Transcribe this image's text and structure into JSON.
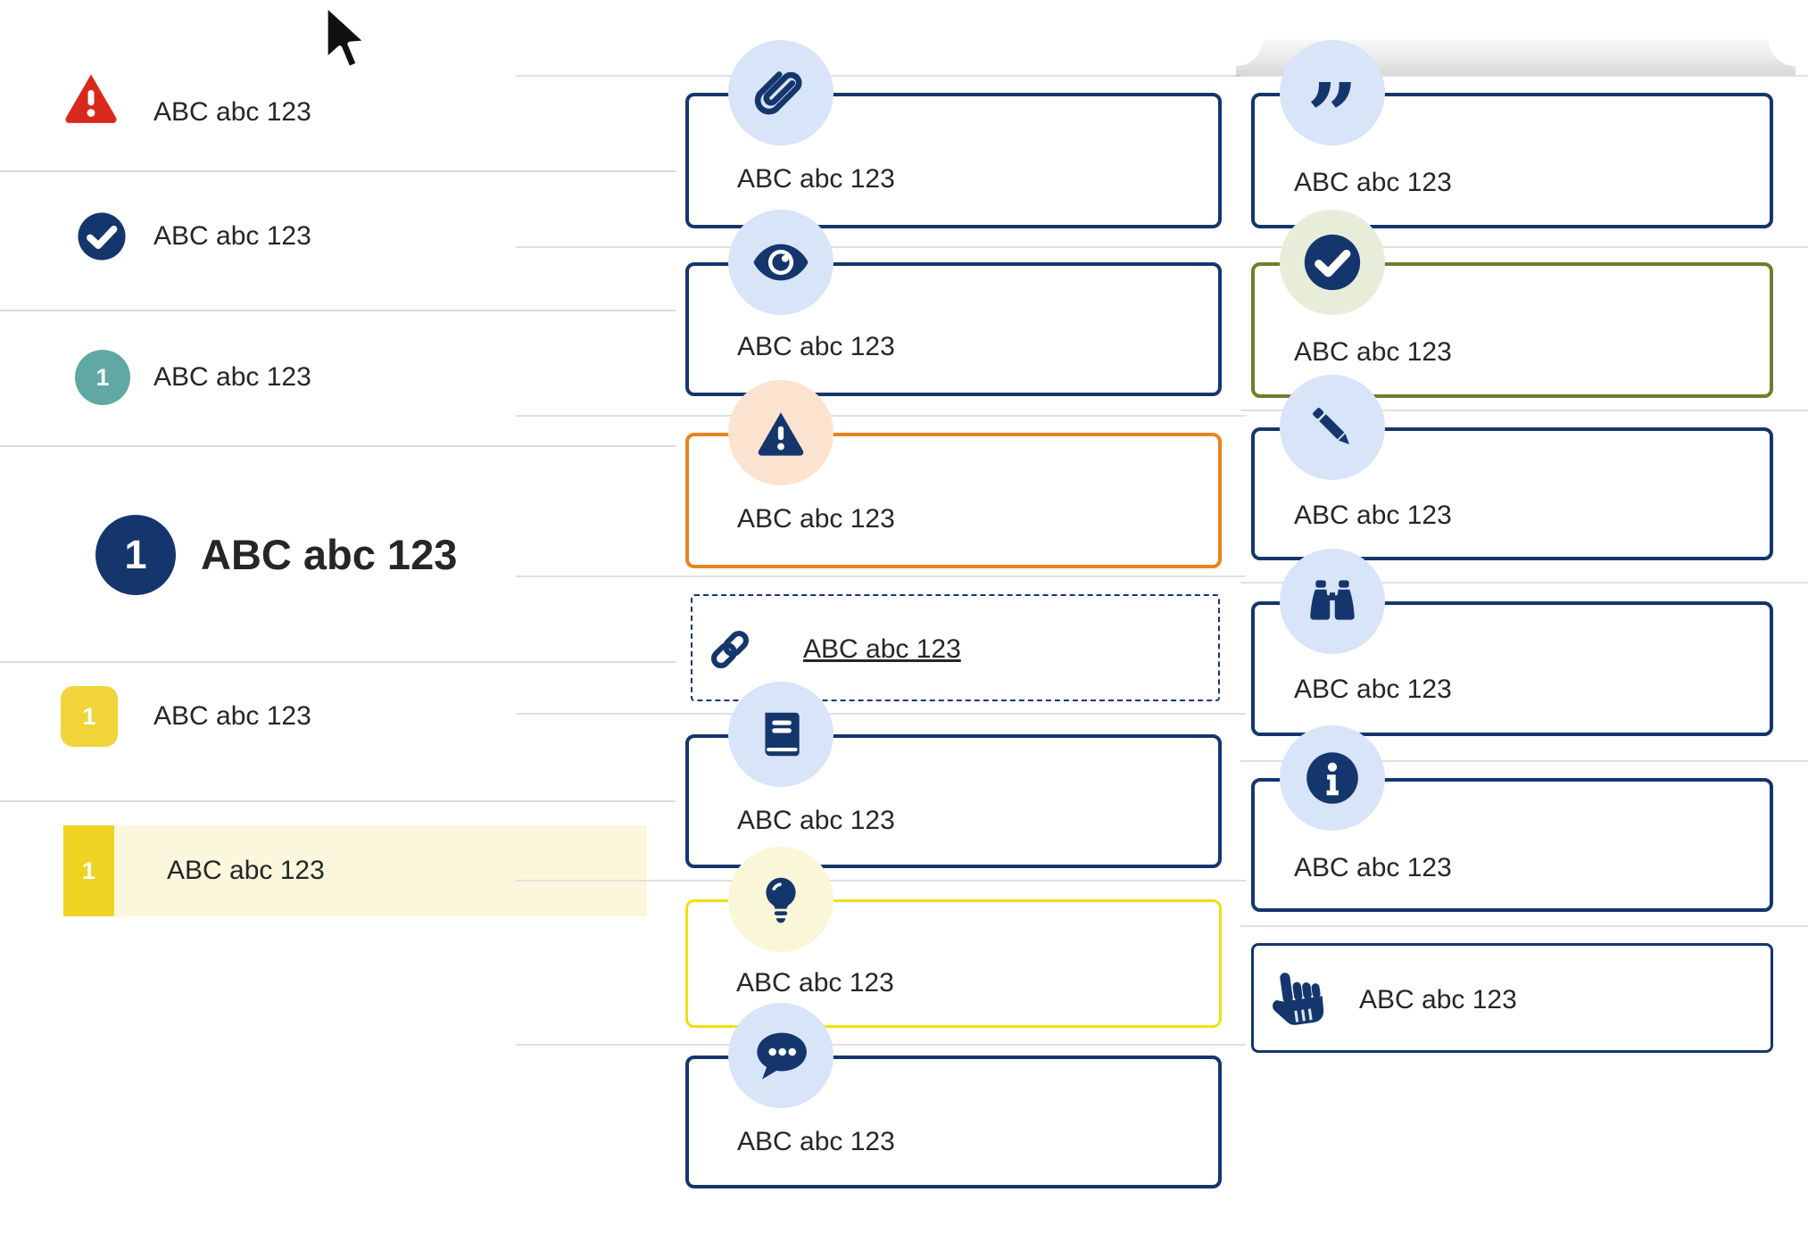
{
  "colors": {
    "navy": "#15366d",
    "red": "#d9291c",
    "teal": "#5fa8a3",
    "yellow": "#f0d43a",
    "yellow_bright": "#f0df10",
    "cream": "#fbf7dc",
    "orange": "#e8831d",
    "olive": "#6f7d2e",
    "light_blue": "#d8e4f7",
    "peach": "#fbe3d0",
    "pale_yellow": "#faf6d8",
    "pale_green": "#e8edd9",
    "text": "#262626",
    "line": "#e0e0e0"
  },
  "left_list": {
    "items": [
      {
        "icon": "warning-triangle-icon",
        "label": "ABC abc 123"
      },
      {
        "icon": "check-circle-icon",
        "label": "ABC abc 123"
      },
      {
        "icon": "numbered-badge-teal",
        "badge": "1",
        "label": "ABC abc 123"
      },
      {
        "icon": "numbered-badge-big",
        "badge": "1",
        "label": "ABC abc 123"
      },
      {
        "icon": "numbered-badge-yellow",
        "badge": "1",
        "label": "ABC abc 123"
      },
      {
        "icon": "numbered-badge-yellow-highlight",
        "badge": "1",
        "label": "ABC abc 123"
      }
    ]
  },
  "middle_column": {
    "rows": [
      {
        "icon": "paperclip-icon",
        "label": "ABC abc 123"
      },
      {
        "icon": "eye-icon",
        "label": "ABC abc 123"
      },
      {
        "icon": "warning-triangle-icon",
        "label": "ABC abc 123"
      },
      {
        "icon": "link-icon",
        "label": "ABC abc 123"
      },
      {
        "icon": "book-icon",
        "label": "ABC abc 123"
      },
      {
        "icon": "lightbulb-icon",
        "label": "ABC abc 123"
      },
      {
        "icon": "chat-icon",
        "label": "ABC abc 123"
      }
    ]
  },
  "right_column": {
    "rows": [
      {
        "icon": "quote-icon",
        "glyph": "”",
        "label": "ABC abc 123"
      },
      {
        "icon": "check-circle-icon",
        "label": "ABC abc 123"
      },
      {
        "icon": "pencil-icon",
        "label": "ABC abc 123"
      },
      {
        "icon": "binoculars-icon",
        "label": "ABC abc 123"
      },
      {
        "icon": "info-icon",
        "label": "ABC abc 123"
      },
      {
        "icon": "hand-pointer-icon",
        "label": "ABC abc 123"
      }
    ]
  }
}
